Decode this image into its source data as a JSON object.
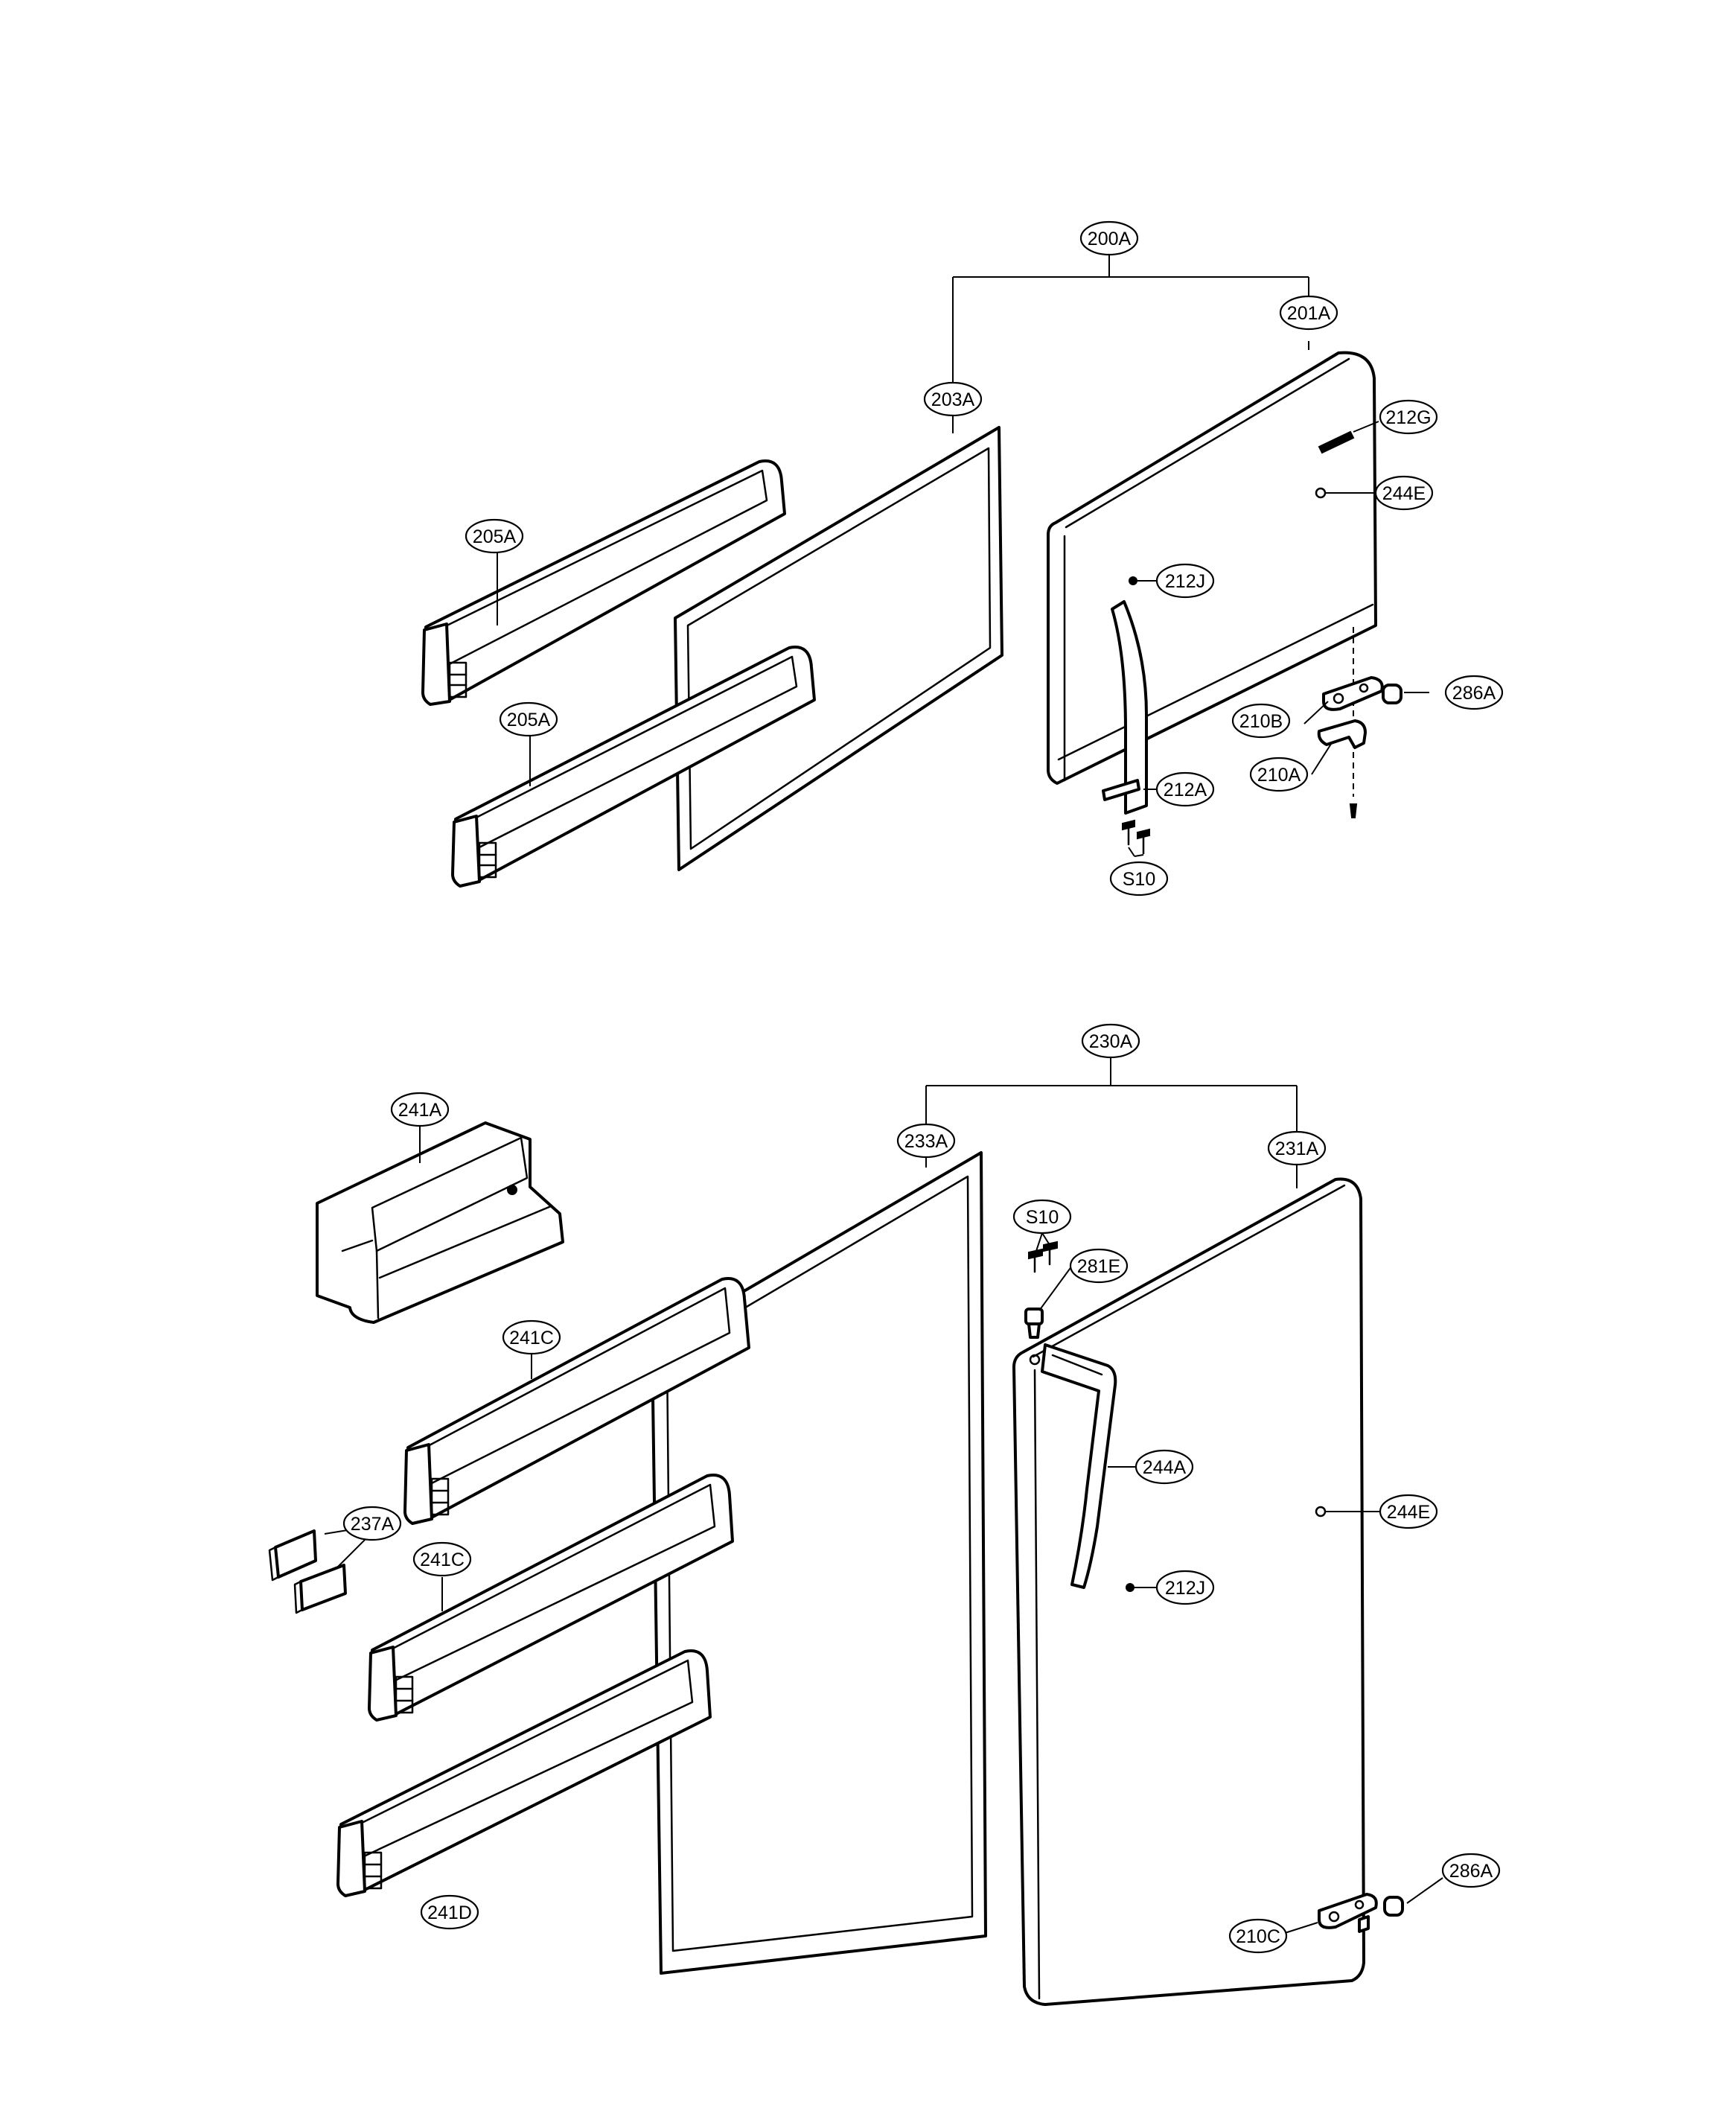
{
  "colors": {
    "line": "#000000",
    "background": "#ffffff"
  },
  "upper_door_assembly": {
    "assembly_label": "200A",
    "parts": {
      "door": "201A",
      "gasket": "203A",
      "basket_1": "205A",
      "basket_2": "205A",
      "badge": "212G",
      "cap": "244E",
      "screw_plug": "212J",
      "handle": "212A",
      "hinge_plate": "210B",
      "hinge_bracket": "210A",
      "bushing": "286A",
      "screws": "S10"
    }
  },
  "lower_door_assembly": {
    "assembly_label": "230A",
    "parts": {
      "door": "231A",
      "gasket": "233A",
      "dairy_bin": "241A",
      "basket_1": "241C",
      "basket_2": "241C",
      "basket_3": "241D",
      "divider": "237A",
      "screws": "S10",
      "stopper": "281E",
      "handle": "244A",
      "cap": "244E",
      "screw_plug": "212J",
      "hinge": "210C",
      "bushing": "286A"
    }
  }
}
